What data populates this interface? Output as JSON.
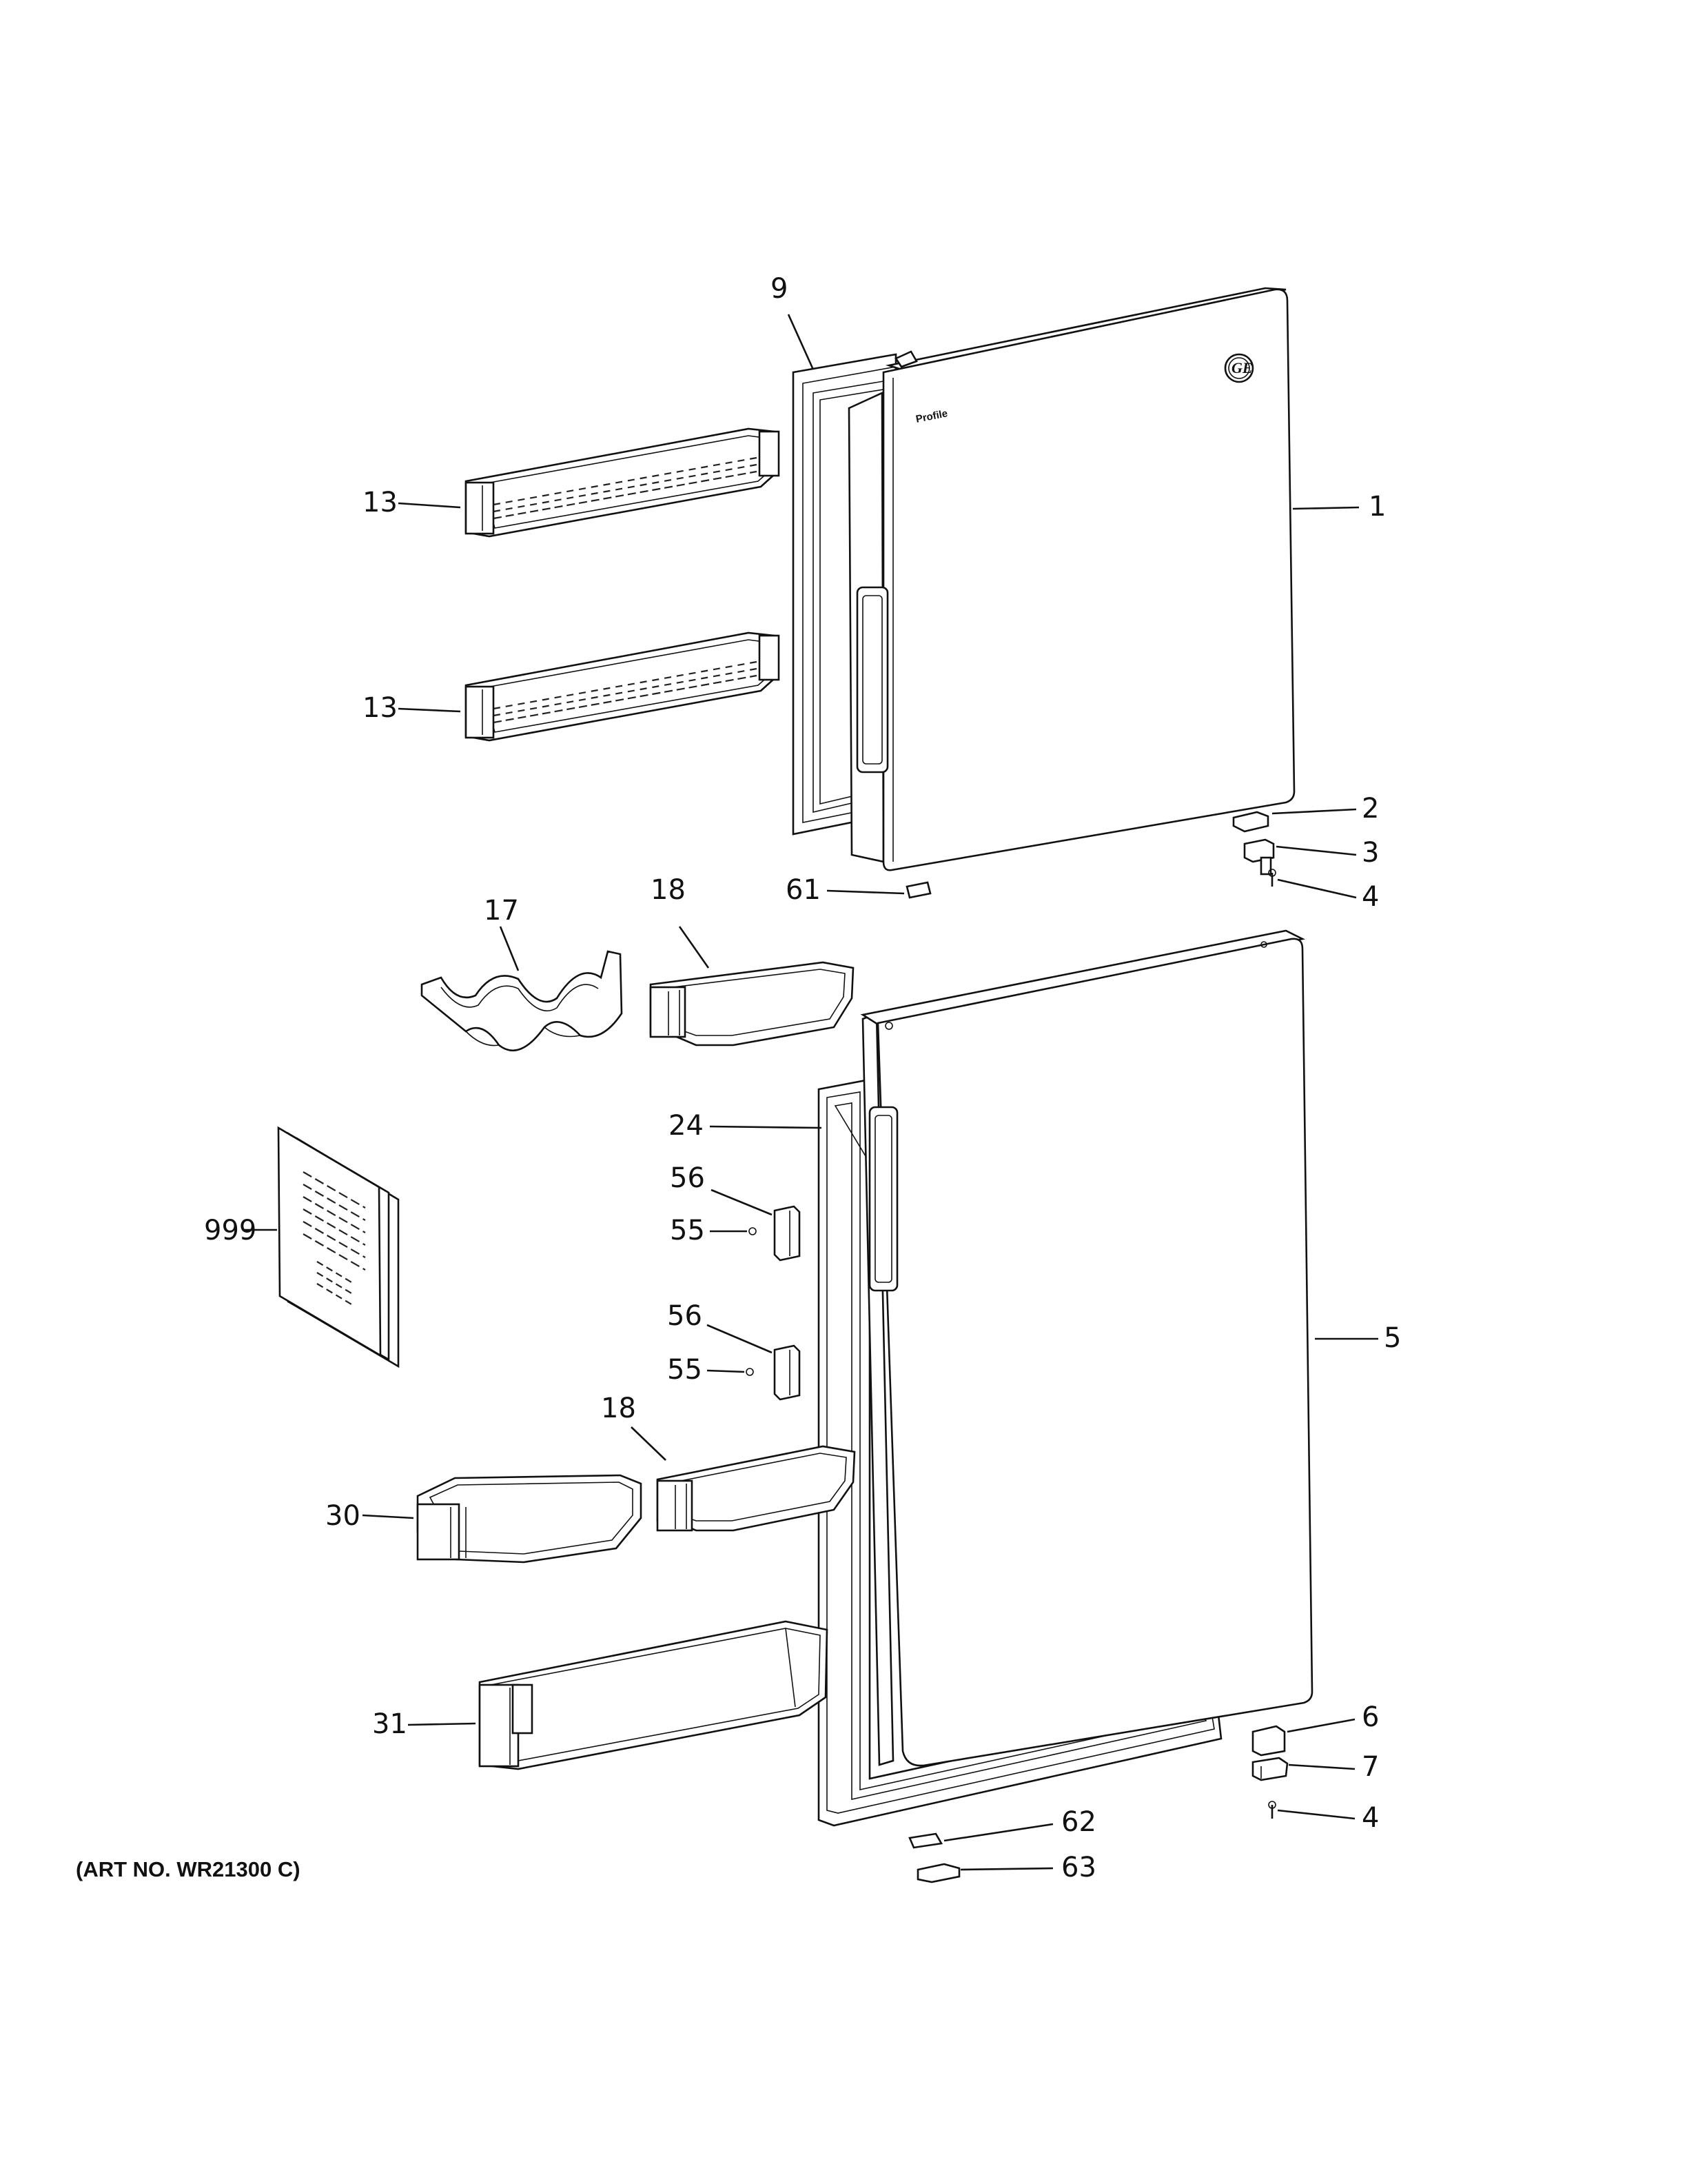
{
  "callouts": {
    "c9": "9",
    "c1": "1",
    "c13a": "13",
    "c13b": "13",
    "c2": "2",
    "c3": "3",
    "c4a": "4",
    "c61": "61",
    "c17": "17",
    "c18a": "18",
    "c24": "24",
    "c56a": "56",
    "c55a": "55",
    "c999": "999",
    "c56b": "56",
    "c55b": "55",
    "c5": "5",
    "c18b": "18",
    "c30": "30",
    "c31": "31",
    "c6": "6",
    "c7": "7",
    "c4b": "4",
    "c62": "62",
    "c63": "63"
  },
  "door_brand": "Profile",
  "door_logo": "GE",
  "art_number": "(ART NO. WR21300 C)"
}
